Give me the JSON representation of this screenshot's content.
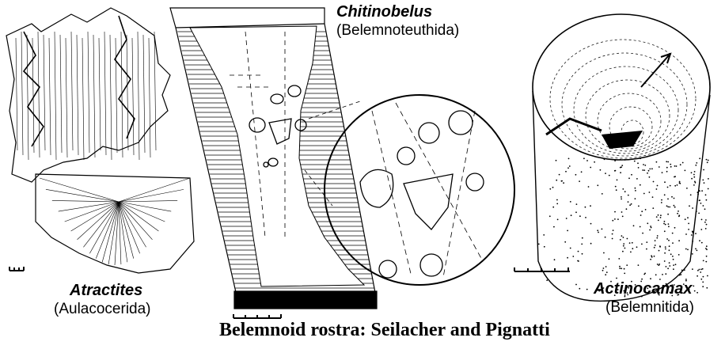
{
  "figure": {
    "caption": "Belemnoid rostra: Seilacher and Pignatti",
    "specimens": [
      {
        "id": "atractites",
        "genus": "Atractites",
        "order": "(Aulacocerida)"
      },
      {
        "id": "chitinobelus",
        "genus": "Chitinobelus",
        "order": "(Belemnoteuthida)"
      },
      {
        "id": "actinocamax",
        "genus": "Actinocamax",
        "order": "(Belemnitida)"
      }
    ],
    "colors": {
      "ink": "#000000",
      "paper": "#ffffff"
    }
  }
}
